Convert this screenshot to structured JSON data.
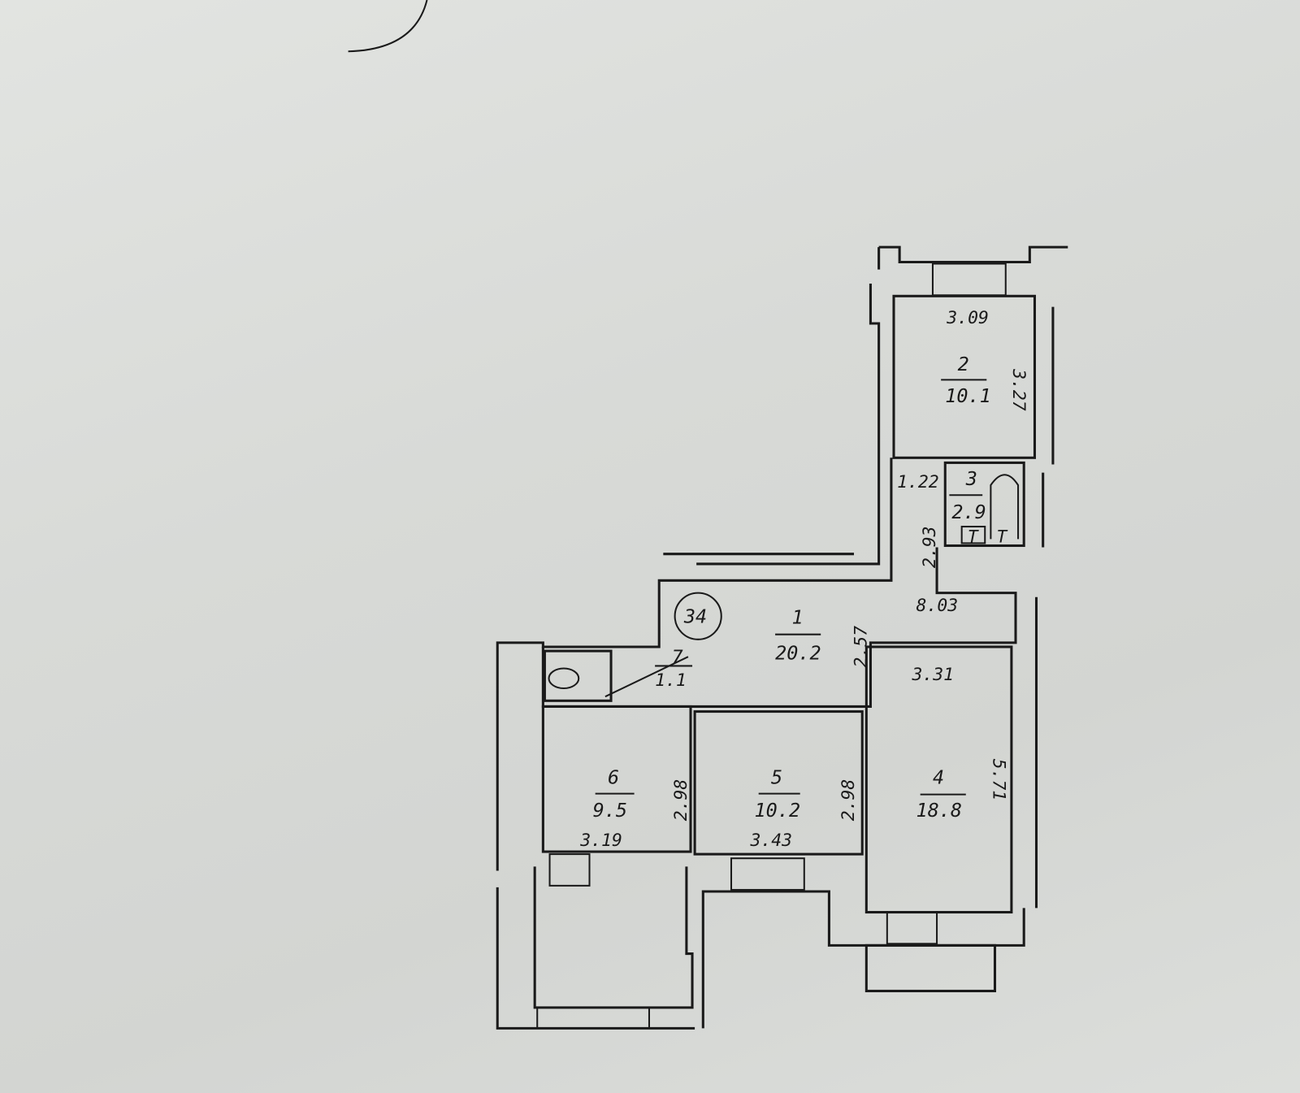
{
  "apartment_number": "34",
  "rooms": [
    {
      "number": "1",
      "area": "20.2",
      "dims": [
        "8.03",
        "2.57"
      ]
    },
    {
      "number": "2",
      "area": "10.1",
      "dims": [
        "3.09",
        "3.27"
      ]
    },
    {
      "number": "3",
      "area": "2.9",
      "dims": [
        "1.22",
        "2.93"
      ]
    },
    {
      "number": "4",
      "area": "18.8",
      "dims": [
        "3.31",
        "5.71"
      ]
    },
    {
      "number": "5",
      "area": "10.2",
      "dims": [
        "3.43",
        "2.98"
      ]
    },
    {
      "number": "6",
      "area": "9.5",
      "dims": [
        "3.19",
        "2.98"
      ]
    },
    {
      "number": "7",
      "area": "1.1",
      "dims": []
    }
  ],
  "fixtures": {
    "bath_marks": [
      "T",
      "T"
    ]
  }
}
